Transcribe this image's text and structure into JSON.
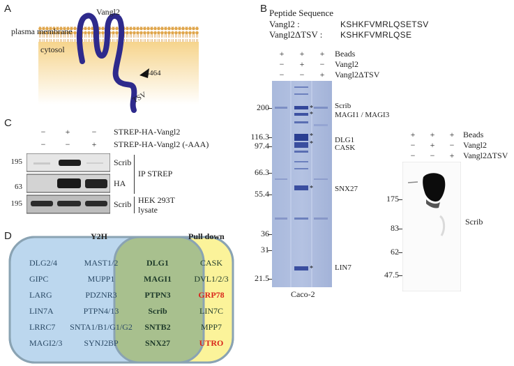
{
  "panels": {
    "a": "A",
    "b": "B",
    "c": "C",
    "d": "D"
  },
  "panelA": {
    "protein": "Vangl2",
    "membrane": "plasma membrane",
    "cytosol": "cytosol",
    "site": "S464",
    "tail": "TSV"
  },
  "panelB": {
    "peptide_title": "Peptide Sequence",
    "rows": [
      {
        "name": "Vangl2 :",
        "seq": "KSHKFVMRLQSETSV"
      },
      {
        "name": "Vangl2ΔTSV :",
        "seq": "KSHKFVMRLQSE"
      }
    ],
    "gel_conditions": [
      {
        "label": "Beads",
        "signs": [
          "+",
          "+",
          "+"
        ]
      },
      {
        "label": "Vangl2",
        "signs": [
          "−",
          "+",
          "−"
        ]
      },
      {
        "label": "Vangl2ΔTSV",
        "signs": [
          "−",
          "−",
          "+"
        ]
      }
    ],
    "gel_markers": [
      "200",
      "116.3",
      "97.4",
      "66.3",
      "55.4",
      "36",
      "31",
      "21.5"
    ],
    "gel_bands": [
      "Scrib",
      "MAGI1 / MAGI3",
      "DLG1",
      "CASK",
      "SNX27",
      "LIN7"
    ],
    "gel_caption": "Caco-2",
    "blot_conditions": [
      {
        "label": "Beads",
        "signs": [
          "+",
          "+",
          "+"
        ]
      },
      {
        "label": "Vangl2",
        "signs": [
          "−",
          "+",
          "−"
        ]
      },
      {
        "label": "Vangl2ΔTSV",
        "signs": [
          "−",
          "−",
          "+"
        ]
      }
    ],
    "blot_markers": [
      "175",
      "83",
      "62",
      "47.5"
    ],
    "blot_band": "Scrib"
  },
  "panelC": {
    "conditions": [
      {
        "label": "STREP-HA-Vangl2",
        "signs": [
          "−",
          "+",
          "−"
        ]
      },
      {
        "label": "STREP-HA-Vangl2 (-AAA)",
        "signs": [
          "−",
          "−",
          "+"
        ]
      }
    ],
    "markers": [
      "195",
      "63",
      "195"
    ],
    "rows": [
      "Scrib",
      "HA",
      "Scrib"
    ],
    "group1": "IP STREP",
    "group2_line1": "HEK 293T",
    "group2_line2": "lysate"
  },
  "panelD": {
    "left_title": "Y2H",
    "right_title": "Pull down",
    "left_col1": [
      "DLG2/4",
      "GIPC",
      "LARG",
      "LIN7A",
      "LRRC7",
      "MAGI2/3"
    ],
    "left_col2": [
      "MAST1/2",
      "MUPP1",
      "PDZNR3",
      "PTPN4/13",
      "SNTA1/B1/G1/G2",
      "SYNJ2BP"
    ],
    "overlap": [
      "DLG1",
      "MAGI1",
      "PTPN3",
      "Scrib",
      "SNTB2",
      "SNX27"
    ],
    "right_col": [
      "CASK",
      "DVL1/2/3",
      "GRP78",
      "LIN7C",
      "MPP7",
      "UTRO"
    ],
    "colors": {
      "left": "#bcd7ee",
      "right": "#fbf39a",
      "overlap": "#a8c08e",
      "red": "#d9261c"
    }
  }
}
